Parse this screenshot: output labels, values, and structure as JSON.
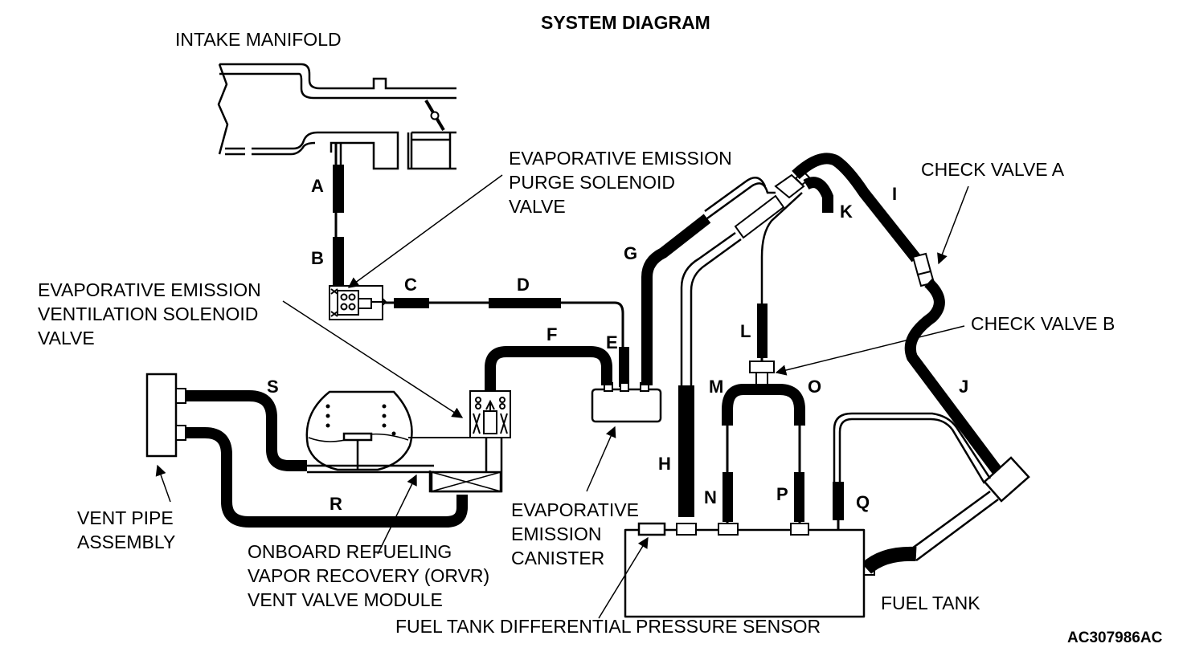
{
  "title": "SYSTEM DIAGRAM",
  "figure_id": "AC307986AC",
  "labels": {
    "intake_manifold": "INTAKE MANIFOLD",
    "purge_valve": [
      "EVAPORATIVE EMISSION",
      "PURGE SOLENOID",
      "VALVE"
    ],
    "ventilation_valve": [
      "EVAPORATIVE EMISSION",
      "VENTILATION SOLENOID",
      "VALVE"
    ],
    "check_valve_a": "CHECK VALVE A",
    "check_valve_b": "CHECK VALVE B",
    "vent_pipe": [
      "VENT PIPE",
      "ASSEMBLY"
    ],
    "orvr": [
      "ONBOARD REFUELING",
      "VAPOR RECOVERY (ORVR)",
      "VENT VALVE MODULE"
    ],
    "canister": [
      "EVAPORATIVE",
      "EMISSION",
      "CANISTER"
    ],
    "pressure_sensor": "FUEL TANK DIFFERENTIAL PRESSURE SENSOR",
    "fuel_tank": "FUEL TANK"
  },
  "hoses": {
    "A": "A",
    "B": "B",
    "C": "C",
    "D": "D",
    "E": "E",
    "F": "F",
    "G": "G",
    "H": "H",
    "I": "I",
    "J": "J",
    "K": "K",
    "L": "L",
    "M": "M",
    "N": "N",
    "O": "O",
    "P": "P",
    "Q": "Q",
    "R": "R",
    "S": "S"
  }
}
